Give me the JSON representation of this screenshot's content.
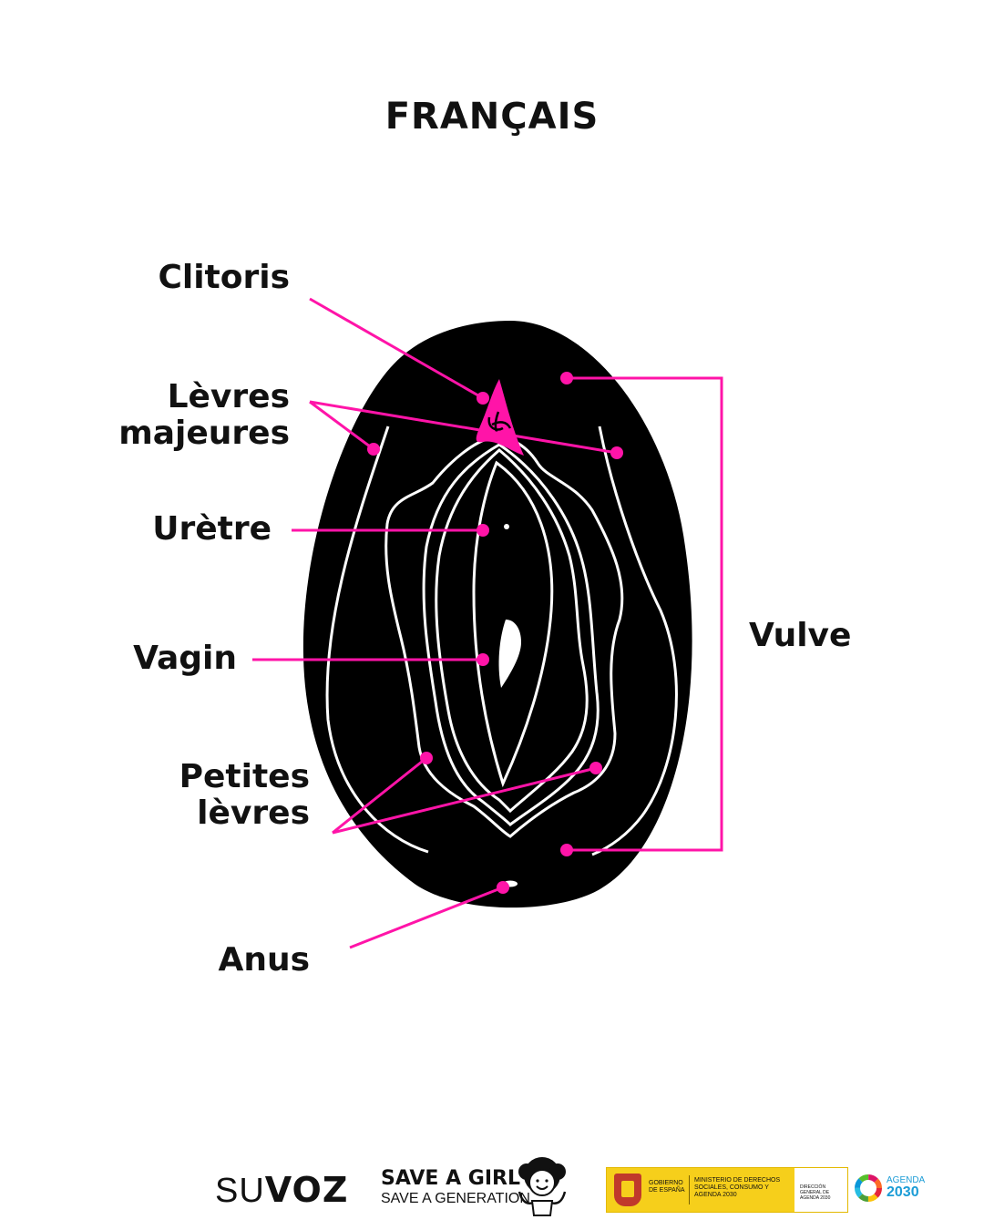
{
  "title": "FRANÇAIS",
  "labels": {
    "clitoris": "Clitoris",
    "levres_majeures": [
      "Lèvres",
      "majeures"
    ],
    "uretre": "Urètre",
    "vagin": "Vagin",
    "petites_levres": [
      "Petites",
      "lèvres"
    ],
    "anus": "Anus",
    "vulve": "Vulve"
  },
  "colors": {
    "accent": "#ff14a8",
    "body": "#000000",
    "outline": "#ffffff"
  },
  "footer": {
    "suvoz": {
      "su": "SU",
      "voz": "VOZ"
    },
    "save_a_girl": {
      "line1": "SAVE A GIRL",
      "line2": "SAVE A GENERATION"
    },
    "gobierno": {
      "col1": "GOBIERNO DE ESPAÑA",
      "col2": "MINISTERIO DE DERECHOS SOCIALES, CONSUMO Y AGENDA 2030",
      "col3": "DIRECCIÓN GENERAL DE AGENDA 2030"
    },
    "agenda": {
      "line1": "AGENDA",
      "line2": "2030"
    }
  }
}
